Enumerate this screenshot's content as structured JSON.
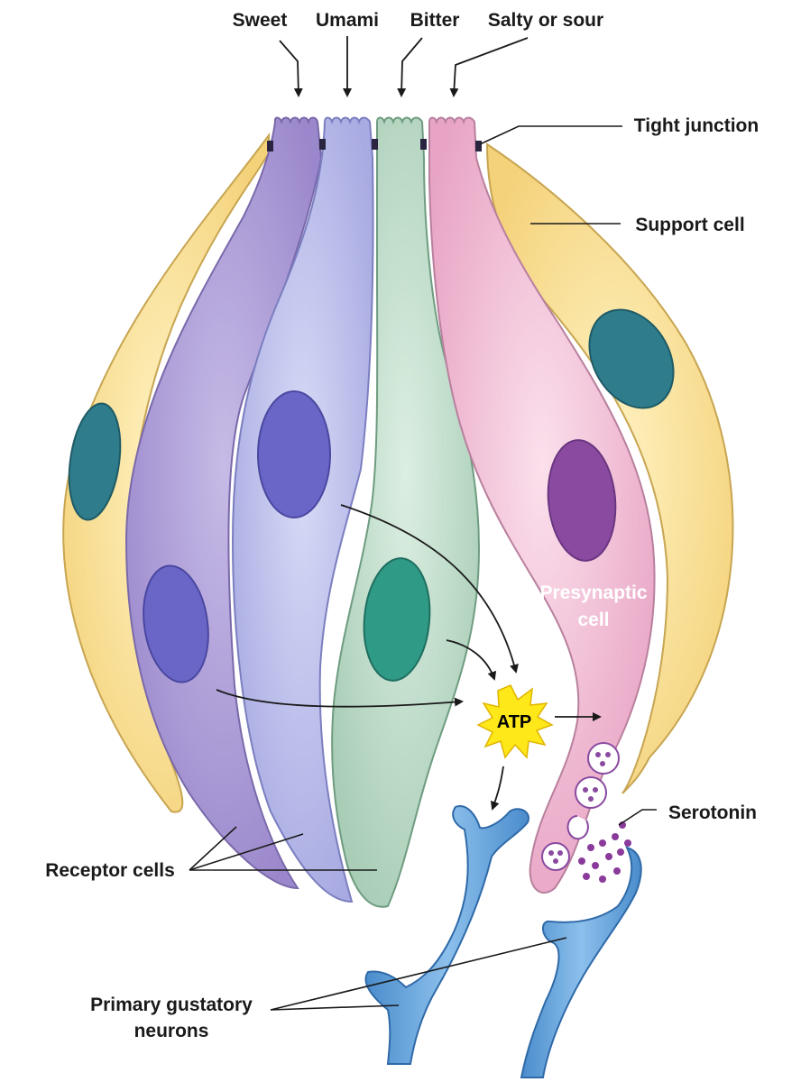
{
  "labels": {
    "sweet": "Sweet",
    "umami": "Umami",
    "bitter": "Bitter",
    "salty_or_sour": "Salty or sour",
    "tight_junction": "Tight junction",
    "support_cell": "Support cell",
    "presynaptic_line1": "Presynaptic",
    "presynaptic_line2": "cell",
    "atp": "ATP",
    "serotonin": "Serotonin",
    "receptor_cells": "Receptor cells",
    "neurons_line1": "Primary gustatory",
    "neurons_line2": "neurons"
  },
  "colors": {
    "support_cell": "#f7dc8f",
    "sweet_cell": "#a797d2",
    "umami_cell": "#b6b9e8",
    "bitter_cell": "#bfdcc8",
    "salty_sour_cell": "#efb8d2",
    "neuron": "#5b9bd5",
    "atp_burst": "#ffe81a"
  }
}
